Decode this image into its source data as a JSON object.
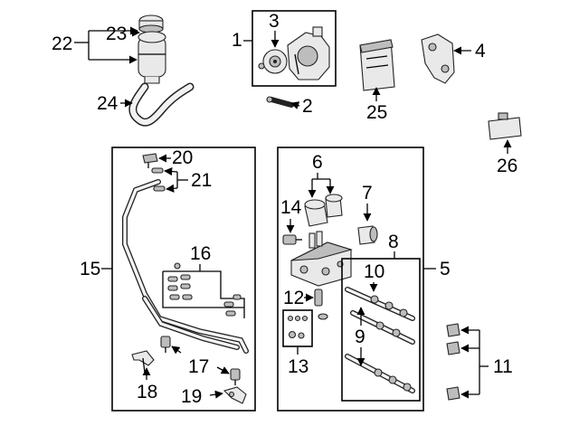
{
  "callouts": {
    "c1": "1",
    "c2": "2",
    "c3": "3",
    "c4": "4",
    "c5": "5",
    "c6": "6",
    "c7": "7",
    "c8": "8",
    "c9": "9",
    "c10": "10",
    "c11": "11",
    "c12": "12",
    "c13": "13",
    "c14": "14",
    "c15": "15",
    "c16": "16",
    "c17": "17",
    "c18": "18",
    "c19": "19",
    "c20": "20",
    "c21": "21",
    "c22": "22",
    "c23": "23",
    "c24": "24",
    "c25": "25",
    "c26": "26"
  },
  "colors": {
    "line": "#000000",
    "part_fill": "#e9e9e9",
    "part_dark": "#bdbdbd",
    "background": "#ffffff"
  }
}
